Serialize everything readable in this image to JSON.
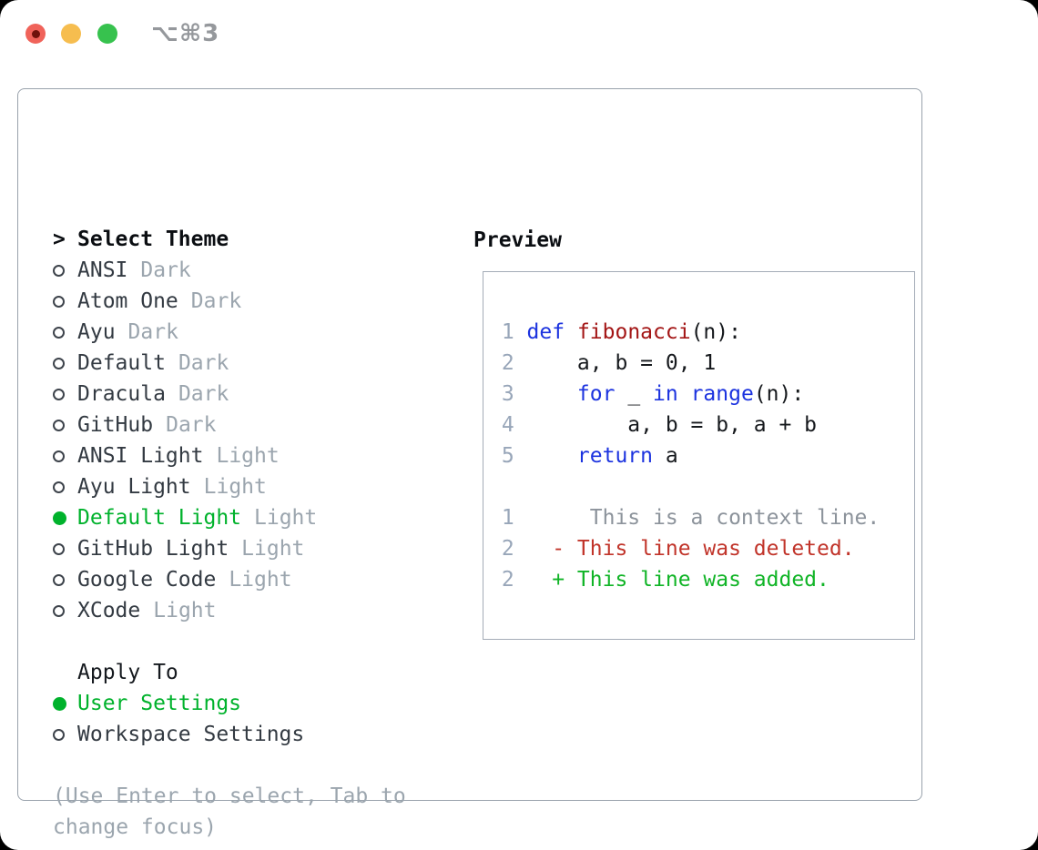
{
  "window": {
    "title": "⌥⌘3"
  },
  "icons": {
    "radio_unselected": "circle-outline",
    "radio_selected": "circle-filled-green",
    "cursor_prefix": ">"
  },
  "colors": {
    "accent_green": "#00b22c",
    "keyword_blue": "#1c33df",
    "function_red": "#a31515",
    "deleted_red": "#c1342a",
    "added_green": "#10b426",
    "muted_gray": "#9ba5ae",
    "line_number_gray": "#98a6b9",
    "context_gray": "#8c939b",
    "panel_border": "#99a2ac",
    "traffic_red": "#f0635a",
    "traffic_yellow": "#f6bd4f",
    "traffic_green": "#37c24e"
  },
  "theme_selector": {
    "header_prefix": ">",
    "header": "Select Theme",
    "items": [
      {
        "name": "ANSI",
        "variant": "Dark",
        "selected": false
      },
      {
        "name": "Atom One",
        "variant": "Dark",
        "selected": false
      },
      {
        "name": "Ayu",
        "variant": "Dark",
        "selected": false
      },
      {
        "name": "Default",
        "variant": "Dark",
        "selected": false
      },
      {
        "name": "Dracula",
        "variant": "Dark",
        "selected": false
      },
      {
        "name": "GitHub",
        "variant": "Dark",
        "selected": false
      },
      {
        "name": "ANSI Light",
        "variant": "Light",
        "selected": false
      },
      {
        "name": "Ayu Light",
        "variant": "Light",
        "selected": false
      },
      {
        "name": "Default Light",
        "variant": "Light",
        "selected": true
      },
      {
        "name": "GitHub Light",
        "variant": "Light",
        "selected": false
      },
      {
        "name": "Google Code",
        "variant": "Light",
        "selected": false
      },
      {
        "name": "XCode",
        "variant": "Light",
        "selected": false
      }
    ],
    "apply_to": {
      "header": "Apply To",
      "options": [
        {
          "name": "User Settings",
          "selected": true
        },
        {
          "name": "Workspace Settings",
          "selected": false
        }
      ]
    },
    "hint_lines": [
      "(Use Enter to select, Tab to",
      "change focus)"
    ]
  },
  "preview": {
    "header": "Preview",
    "lines": [
      {
        "num": "1",
        "kind": "code",
        "segments": [
          {
            "c": "kw",
            "t": "def"
          },
          {
            "c": "p",
            "t": " "
          },
          {
            "c": "fn",
            "t": "fibonacci"
          },
          {
            "c": "p",
            "t": "(n):"
          }
        ]
      },
      {
        "num": "2",
        "kind": "code",
        "segments": [
          {
            "c": "p",
            "t": "    a, b = 0, 1"
          }
        ]
      },
      {
        "num": "3",
        "kind": "code",
        "segments": [
          {
            "c": "p",
            "t": "    "
          },
          {
            "c": "kw",
            "t": "for"
          },
          {
            "c": "p",
            "t": " _ "
          },
          {
            "c": "kw",
            "t": "in"
          },
          {
            "c": "p",
            "t": " "
          },
          {
            "c": "kw",
            "t": "range"
          },
          {
            "c": "p",
            "t": "(n):"
          }
        ]
      },
      {
        "num": "4",
        "kind": "code",
        "segments": [
          {
            "c": "p",
            "t": "        a, b = b, a + b"
          }
        ]
      },
      {
        "num": "5",
        "kind": "code",
        "segments": [
          {
            "c": "p",
            "t": "    "
          },
          {
            "c": "kw",
            "t": "return"
          },
          {
            "c": "p",
            "t": " a"
          }
        ]
      },
      {
        "num": "",
        "kind": "blank",
        "segments": []
      },
      {
        "num": "1",
        "kind": "context",
        "segments": [
          {
            "c": "ctx",
            "t": "     This is a context line."
          }
        ]
      },
      {
        "num": "2",
        "kind": "deleted",
        "segments": [
          {
            "c": "del",
            "t": "  - This line was deleted."
          }
        ]
      },
      {
        "num": "2",
        "kind": "added",
        "segments": [
          {
            "c": "add",
            "t": "  + This line was added."
          }
        ]
      }
    ]
  }
}
